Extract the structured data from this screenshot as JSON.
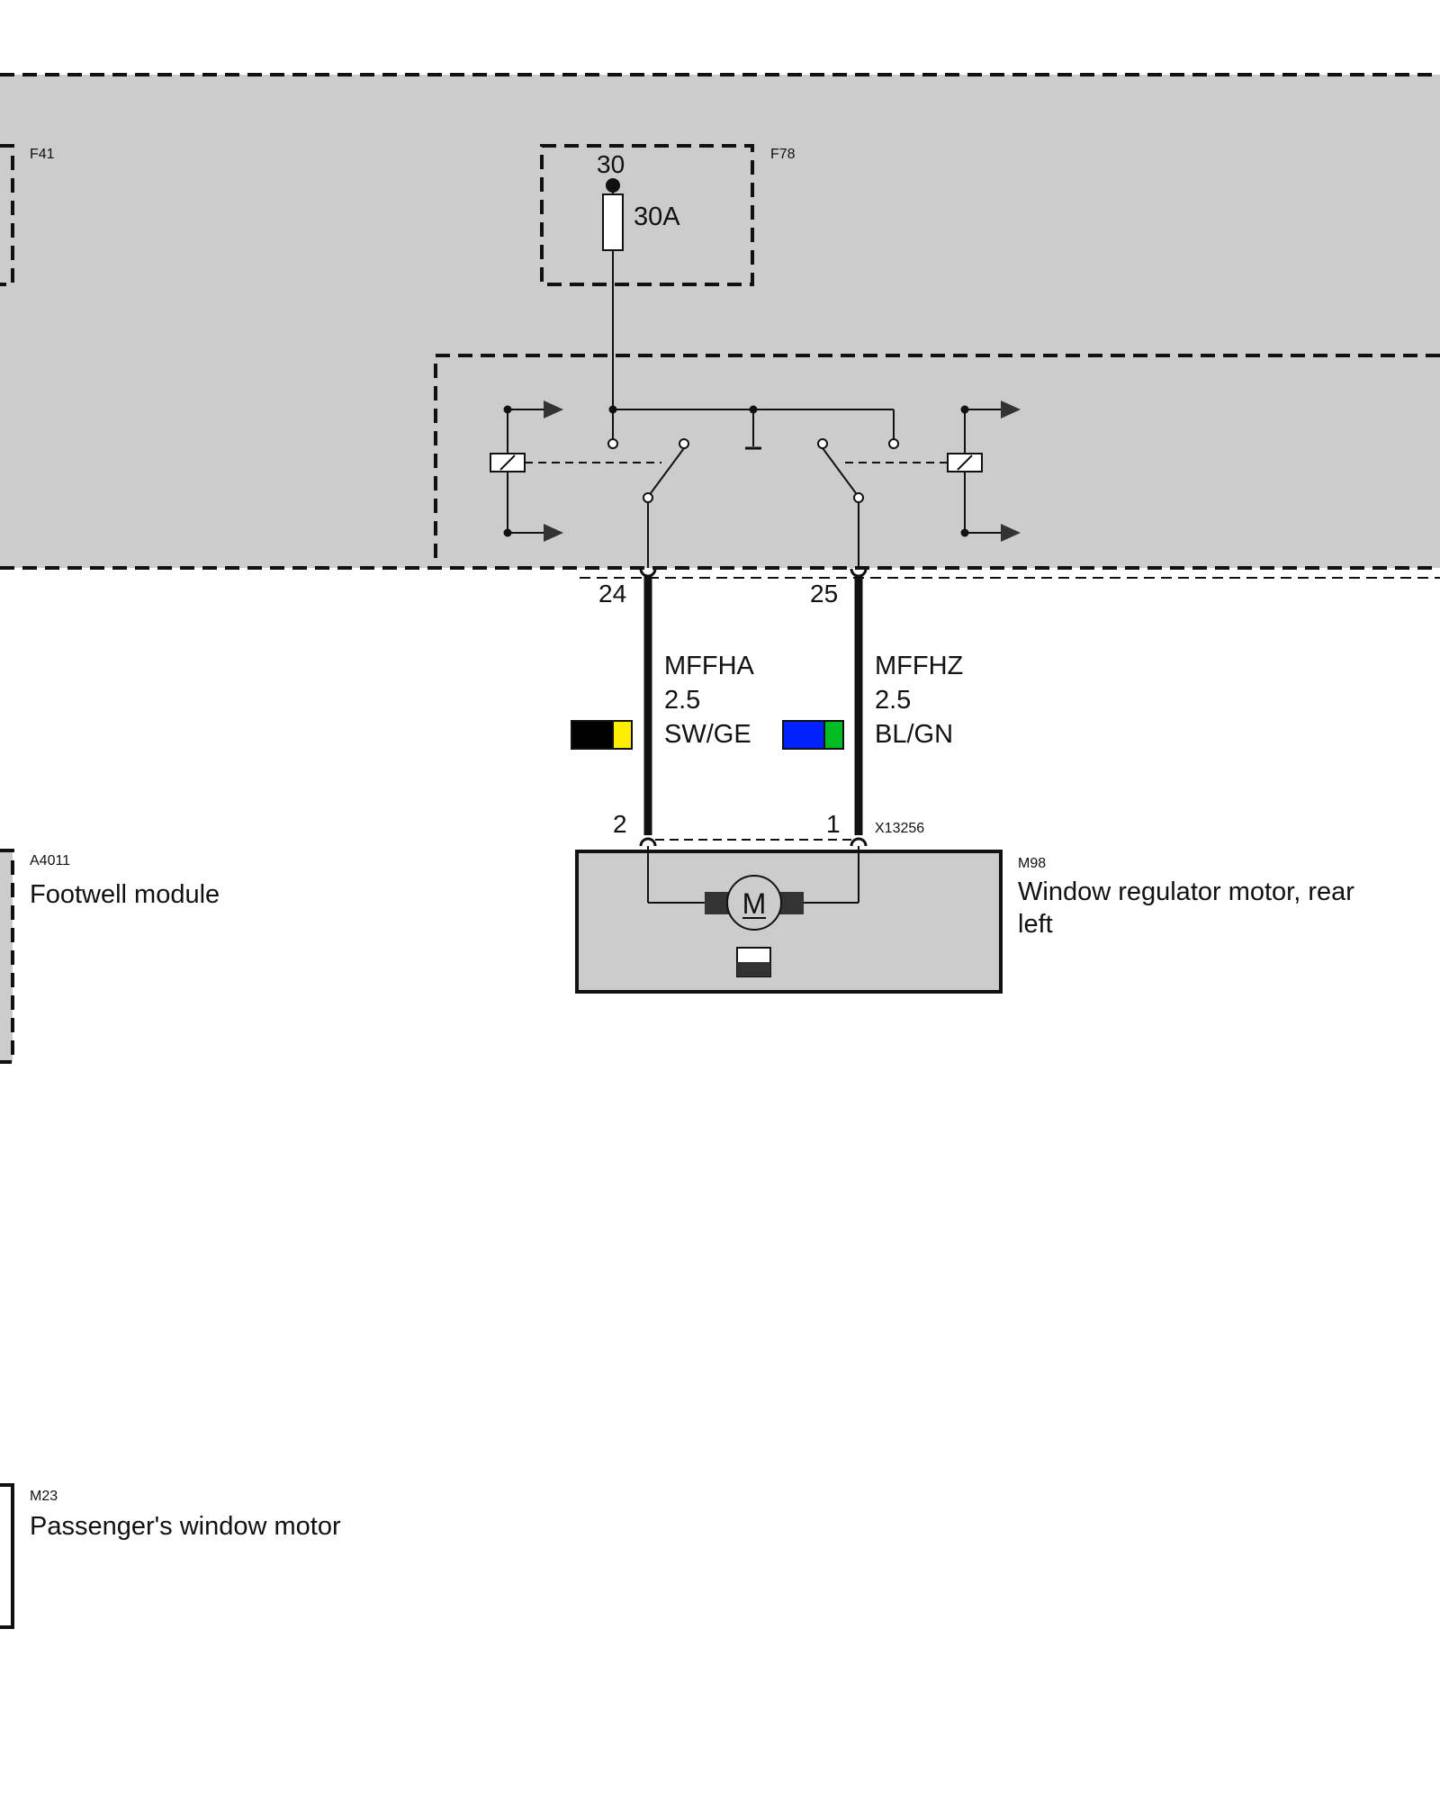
{
  "fuse_box": {
    "fuse_ref": "F41",
    "fuse_ref_2": "F78",
    "terminal": "30",
    "fuse_rating": "30A"
  },
  "connector_pins": {
    "pin_a": "24",
    "pin_b": "25",
    "motor_pin_a": "2",
    "motor_pin_b": "1",
    "motor_connector": "X13256"
  },
  "wires": [
    {
      "name": "MFFHA",
      "gauge": "2.5",
      "color_code": "SW/GE",
      "colors": [
        "#000000",
        "#ffee00"
      ]
    },
    {
      "name": "MFFHZ",
      "gauge": "2.5",
      "color_code": "BL/GN",
      "colors": [
        "#0022ff",
        "#00bb22"
      ]
    }
  ],
  "components": {
    "footwell": {
      "ref": "A4011",
      "name": "Footwell module"
    },
    "rear_motor": {
      "ref": "M98",
      "name_line1": "Window regulator motor, rear",
      "name_line2": "left",
      "symbol": "M"
    },
    "passenger_motor": {
      "ref": "M23",
      "name": "Passenger's window motor"
    }
  },
  "colors": {
    "module_fill": "#cccccc",
    "line": "#111111"
  }
}
